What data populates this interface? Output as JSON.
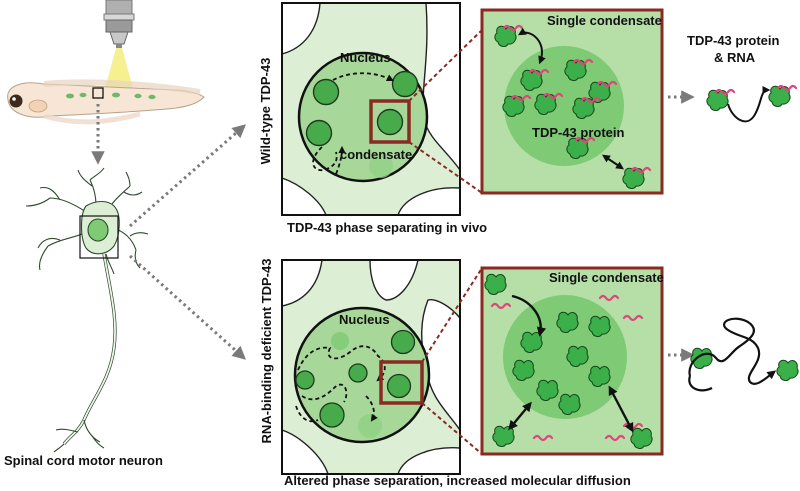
{
  "labels": {
    "neuron": "Spinal cord motor neuron",
    "wildtype": "Wild-type TDP-43",
    "wt_caption": "TDP-43 phase separating in vivo",
    "nucleus_top": "Nucleus",
    "condensate": "condensate",
    "single_condensate_top": "Single condensate",
    "protein_inside": "TDP-43 protein",
    "protein_rna_line1": "TDP-43 protein",
    "protein_rna_line2": "& RNA",
    "mutant": "RNA-binding deficient TDP-43",
    "nucleus_bottom": "Nucleus",
    "single_condensate_bottom": "Single condensate",
    "mut_caption": "Altered phase separation, increased molecular diffusion"
  },
  "colors": {
    "cell_bg": "#dcefd4",
    "nucleus_fill": "#a8d79a",
    "condensate_fill": "#47ab4b",
    "protein_green": "#3bb04a",
    "rna_pink": "#e0457b",
    "box_red": "#8b2a22",
    "arrow_gray": "#7a7a7a",
    "zoom_bg": "#b6dfa8",
    "zoom_droplet": "#7fca75"
  },
  "icons": [
    "microscope-icon",
    "zebrafish-larva-icon",
    "neuron-icon",
    "tdp43-protein-icon",
    "rna-strand-icon"
  ]
}
